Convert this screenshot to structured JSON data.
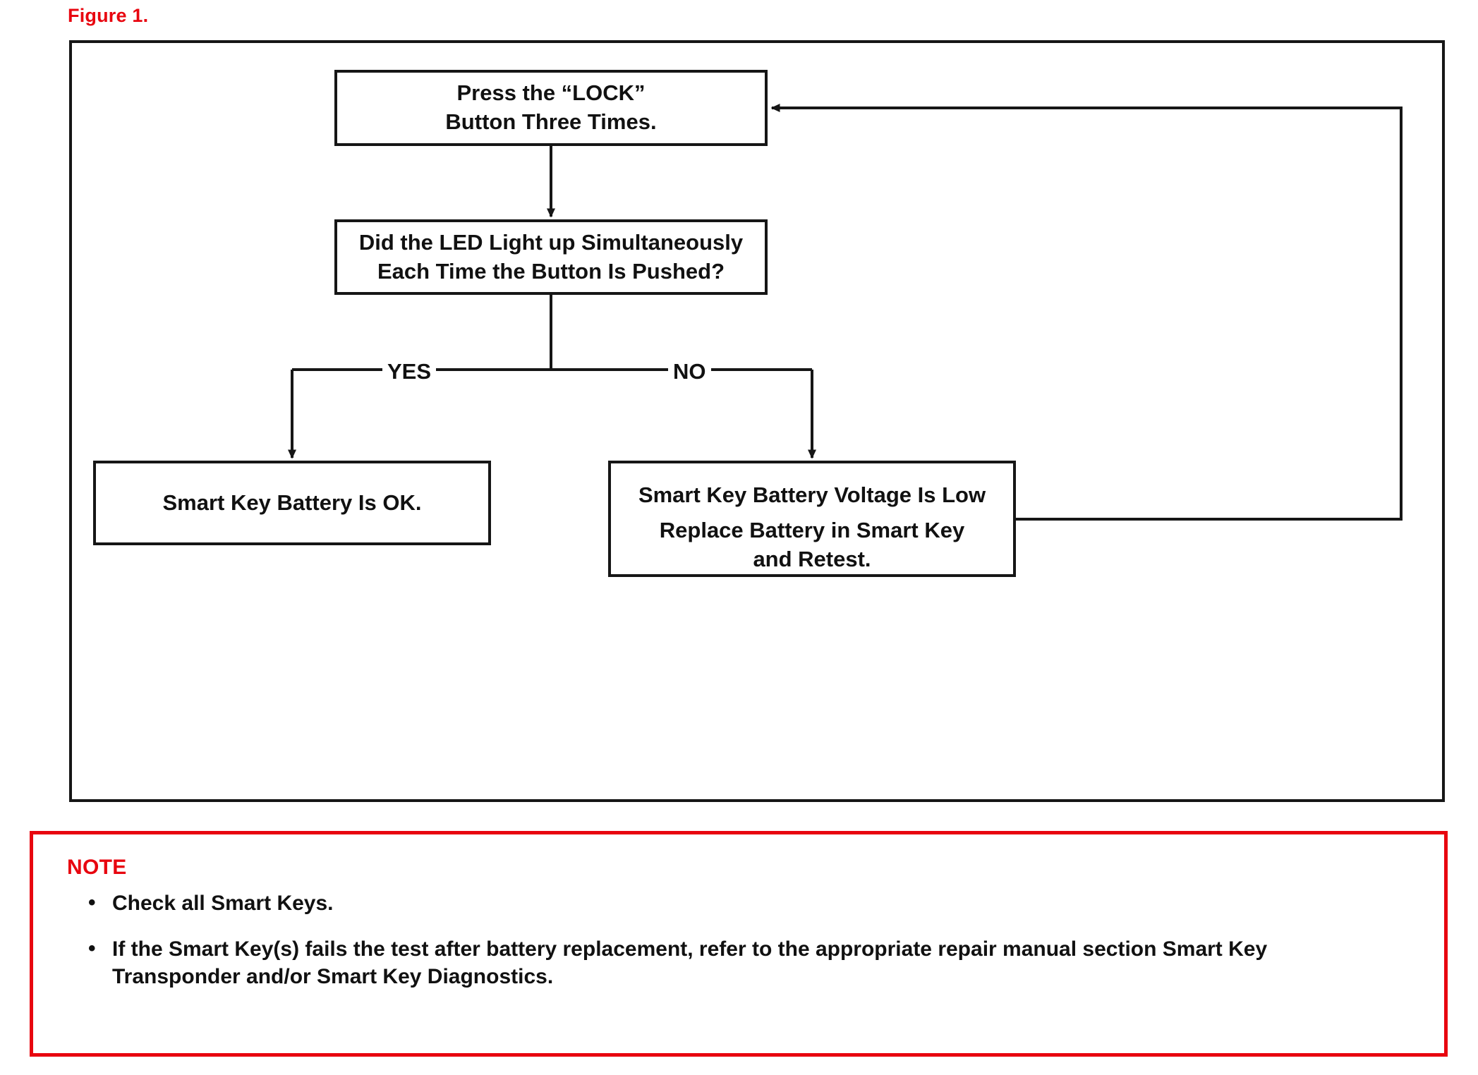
{
  "figure": {
    "label": "Figure 1."
  },
  "flowchart": {
    "nodes": {
      "press": {
        "line1": "Press the “LOCK”",
        "line2": "Button Three Times."
      },
      "question": {
        "line1": "Did the LED Light up Simultaneously",
        "line2": "Each Time the Button Is Pushed?"
      },
      "battery_ok": {
        "line1": "Smart Key Battery Is OK."
      },
      "battery_low": {
        "line1": "Smart Key Battery Voltage Is Low",
        "line2": "Replace Battery in Smart Key",
        "line3": "and Retest."
      }
    },
    "branches": {
      "yes_label": "YES",
      "no_label": "NO"
    },
    "colors": {
      "line": "#161616",
      "text": "#111111",
      "background": "#ffffff"
    }
  },
  "note": {
    "title": "NOTE",
    "bullet_glyph": "•",
    "items": [
      "Check all Smart Keys.",
      "If the Smart Key(s) fails the test after battery replacement, refer to the appropriate repair manual section Smart Key Transponder and/or Smart Key Diagnostics."
    ],
    "accent_color": "#e8050f"
  }
}
